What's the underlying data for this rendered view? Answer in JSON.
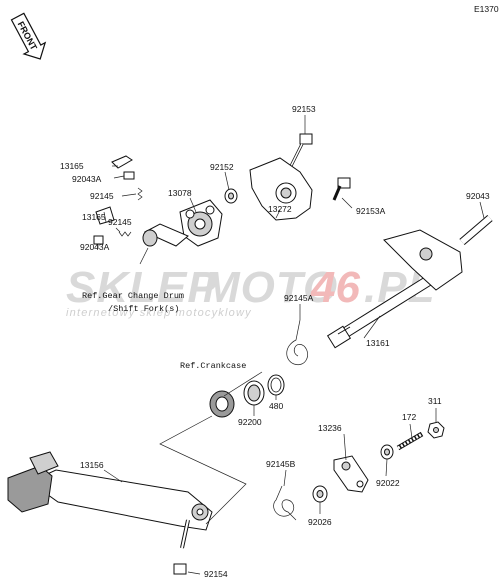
{
  "diagram_code": "E1370",
  "front_label": "FRONT",
  "watermark": {
    "main_left": "SKLEP",
    "main_accent": "MOTO",
    "main_mid": "46",
    "main_right": ".PL",
    "subtitle": "internetowy sklep motocyklowy"
  },
  "refs": {
    "gear_line1": "Ref.Gear Change Drum",
    "gear_line2": "/Shift Fork(s)",
    "crankcase": "Ref.Crankcase"
  },
  "parts": {
    "p92153": "92153",
    "p13165a": "13165",
    "p92043a_1": "92043A",
    "p92145_1": "92145",
    "p92152": "92152",
    "p13078": "13078",
    "p92153a": "92153A",
    "p13272": "13272",
    "p92043": "92043",
    "p13165b": "13165",
    "p92145_2": "92145",
    "p92043a_2": "92043A",
    "p92145a": "92145A",
    "p13161": "13161",
    "p480": "480",
    "p92200": "92200",
    "p311": "311",
    "p172": "172",
    "p13236": "13236",
    "p92145b": "92145B",
    "p92022": "92022",
    "p13156": "13156",
    "p92026": "92026",
    "p92154": "92154"
  }
}
